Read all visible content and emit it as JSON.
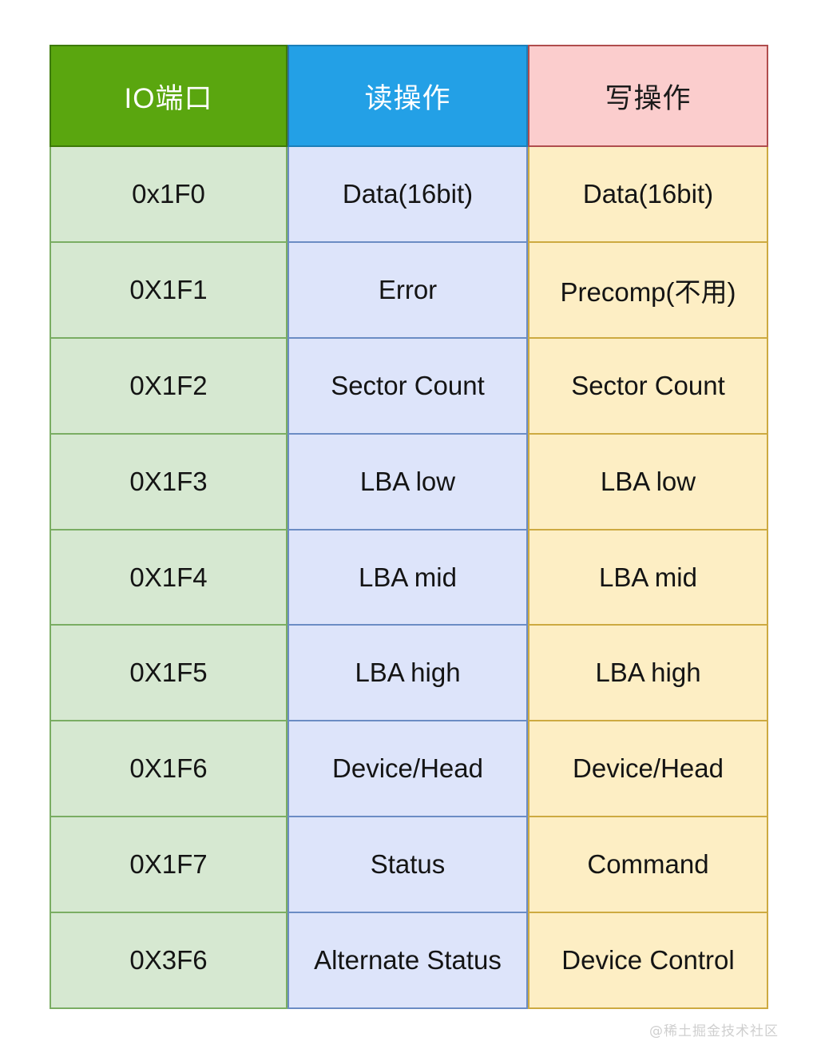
{
  "table": {
    "headers": [
      {
        "label": "IO端口",
        "key": "port",
        "bg": "#5aa60f",
        "fg": "#ffffff",
        "border": "#3d7a07"
      },
      {
        "label": "读操作",
        "key": "read",
        "bg": "#23a0e6",
        "fg": "#ffffff",
        "border": "#1b7fba"
      },
      {
        "label": "写操作",
        "key": "write",
        "bg": "#fbcdcd",
        "fg": "#1b1b1b",
        "border": "#b04d4d"
      }
    ],
    "column_styles": {
      "port": {
        "bg": "#d6e8d1",
        "border": "#7aad63"
      },
      "read": {
        "bg": "#dde4fa",
        "border": "#6b8cc4"
      },
      "write": {
        "bg": "#fdeec4",
        "border": "#cdaa41"
      }
    },
    "rows": [
      {
        "port": "0x1F0",
        "read": "Data(16bit)",
        "write": "Data(16bit)"
      },
      {
        "port": "0X1F1",
        "read": "Error",
        "write": "Precomp(不用)"
      },
      {
        "port": "0X1F2",
        "read": "Sector Count",
        "write": "Sector Count"
      },
      {
        "port": "0X1F3",
        "read": "LBA low",
        "write": "LBA low"
      },
      {
        "port": "0X1F4",
        "read": "LBA mid",
        "write": "LBA mid"
      },
      {
        "port": "0X1F5",
        "read": "LBA high",
        "write": "LBA high"
      },
      {
        "port": "0X1F6",
        "read": "Device/Head",
        "write": "Device/Head"
      },
      {
        "port": "0X1F7",
        "read": "Status",
        "write": "Command"
      },
      {
        "port": "0X3F6",
        "read": "Alternate Status",
        "write": "Device Control"
      }
    ]
  },
  "watermark": {
    "text": "@稀土掘金技术社区"
  }
}
